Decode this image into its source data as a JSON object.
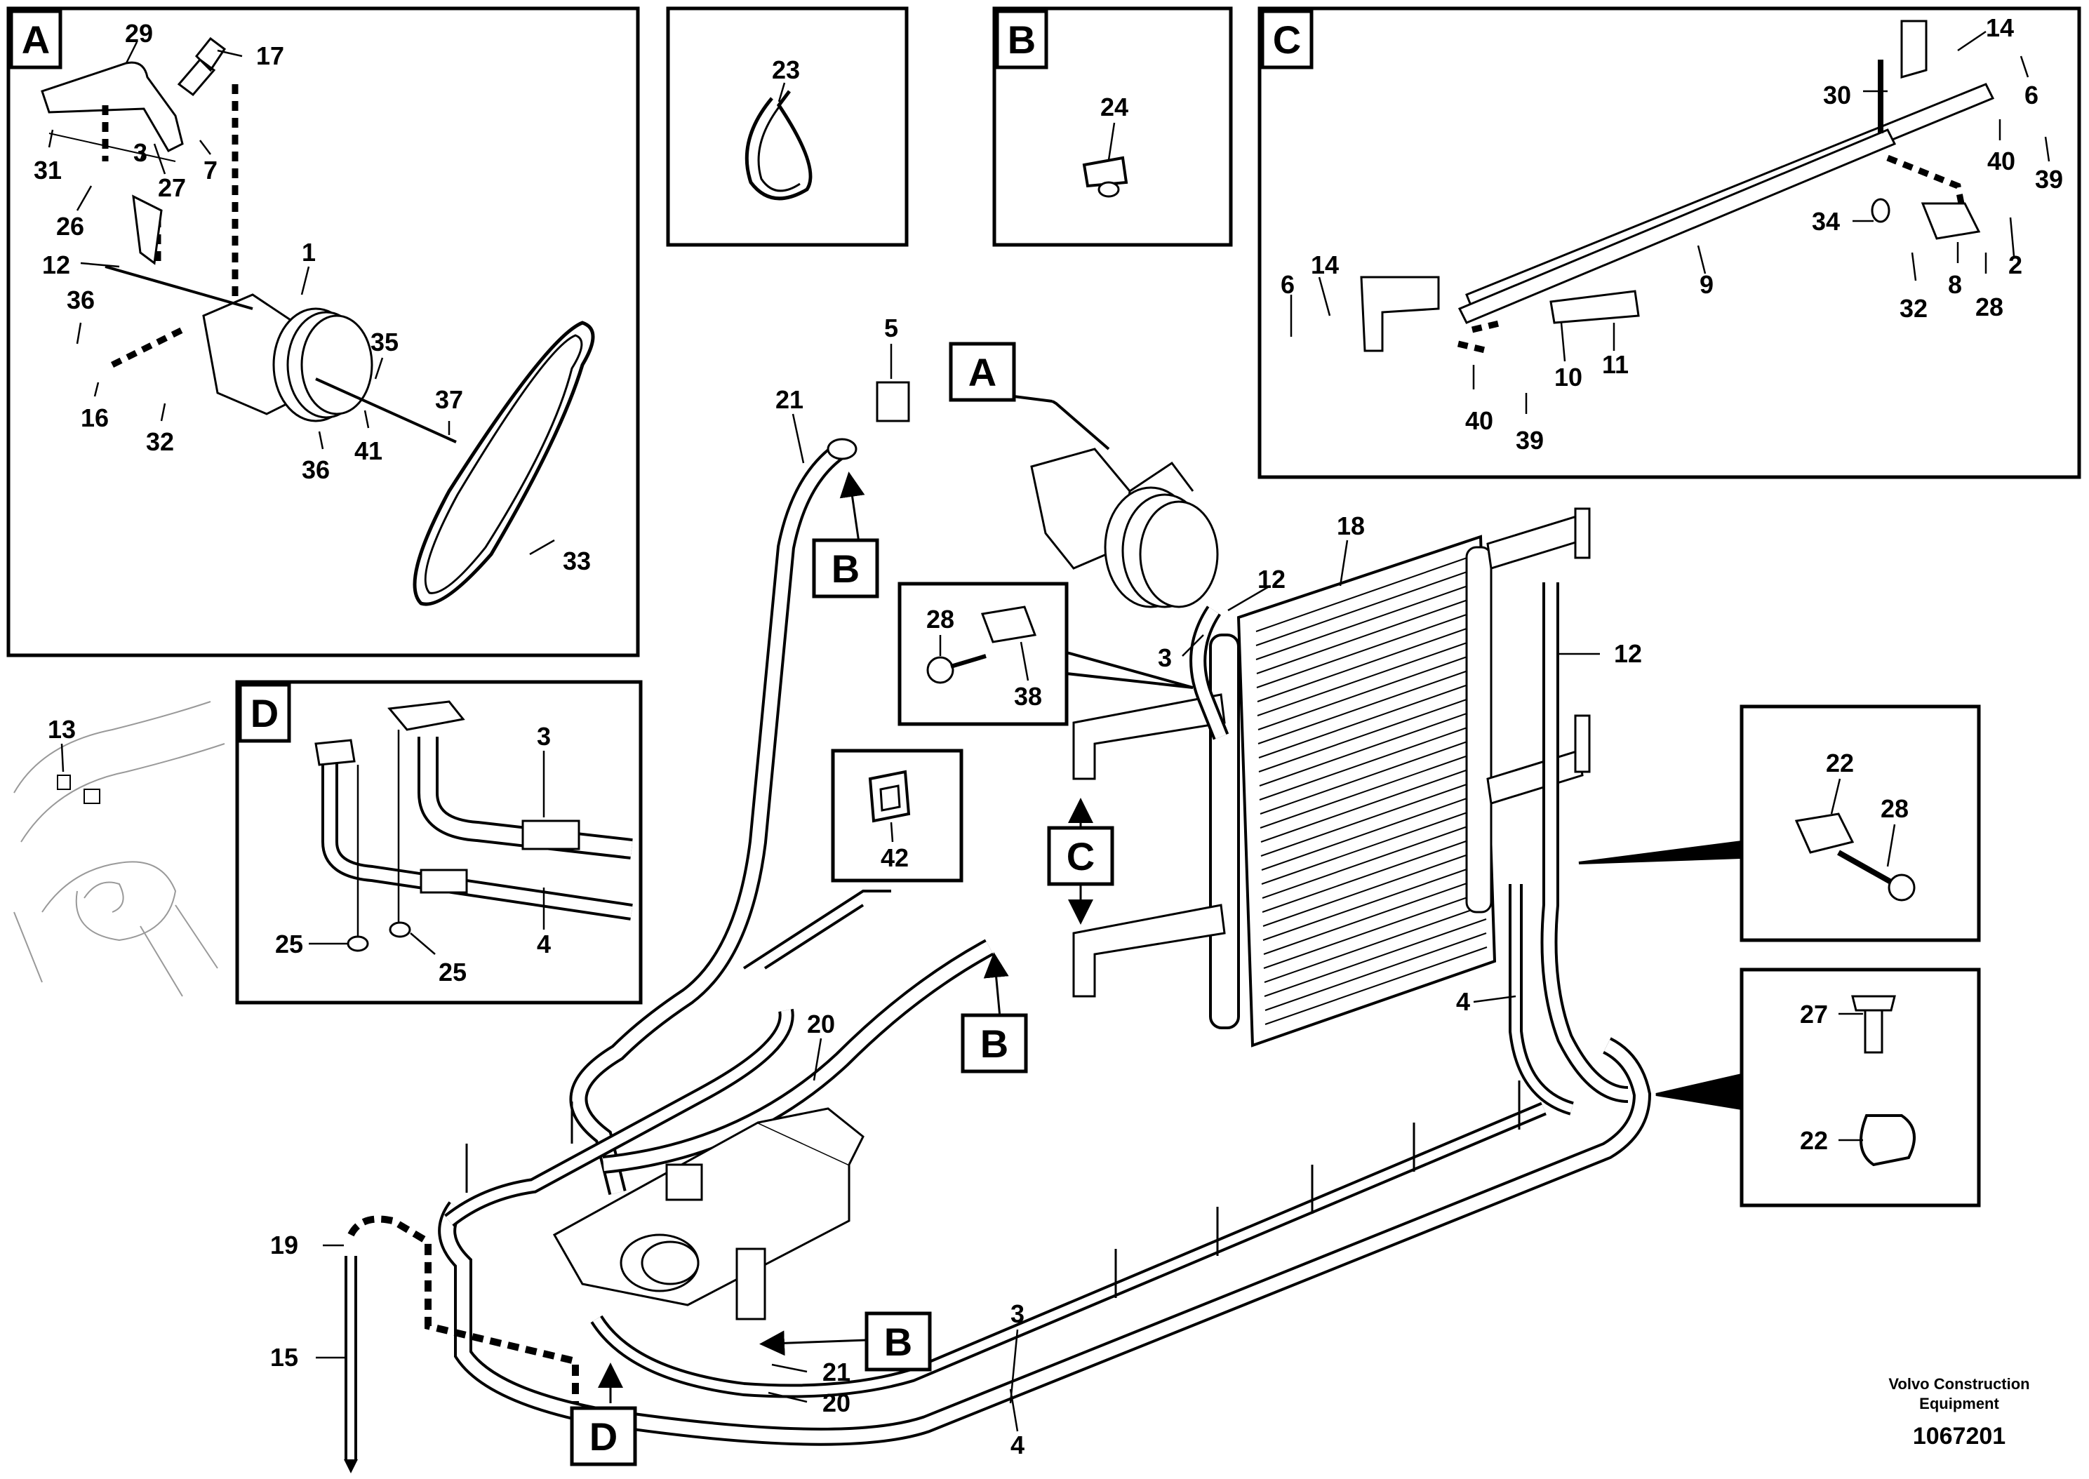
{
  "panels": {
    "A": {
      "letter": "A",
      "numbers": [
        "29",
        "17",
        "31",
        "7",
        "27",
        "3",
        "26",
        "12",
        "1",
        "36",
        "35",
        "37",
        "16",
        "32",
        "36",
        "41",
        "33"
      ]
    },
    "B_clip": {
      "number": "23"
    },
    "B": {
      "letter": "B",
      "number": "24"
    },
    "C": {
      "letter": "C",
      "numbers": [
        "14",
        "30",
        "6",
        "40",
        "39",
        "34",
        "9",
        "6",
        "14",
        "2",
        "8",
        "28",
        "32",
        "10",
        "11",
        "40",
        "39"
      ]
    },
    "D": {
      "letter": "D",
      "numbers": [
        "3",
        "4",
        "25",
        "25"
      ]
    }
  },
  "callouts": {
    "A": "A",
    "B1": "B",
    "B2": "B",
    "B3": "B",
    "C": "C",
    "D": "D"
  },
  "detail_boxes": {
    "clip_38": {
      "numbers": [
        "28",
        "38"
      ]
    },
    "clip_42": {
      "number": "42"
    },
    "clip_22_28": {
      "numbers": [
        "22",
        "28"
      ]
    },
    "clip_27_22": {
      "numbers": [
        "27",
        "22"
      ]
    }
  },
  "main_labels": [
    "5",
    "21",
    "18",
    "12",
    "3",
    "12",
    "4",
    "20",
    "13",
    "19",
    "15",
    "21",
    "20",
    "3",
    "4"
  ],
  "footer": {
    "brand_line1": "Volvo Construction",
    "brand_line2": "Equipment",
    "doc_id": "1067201"
  }
}
